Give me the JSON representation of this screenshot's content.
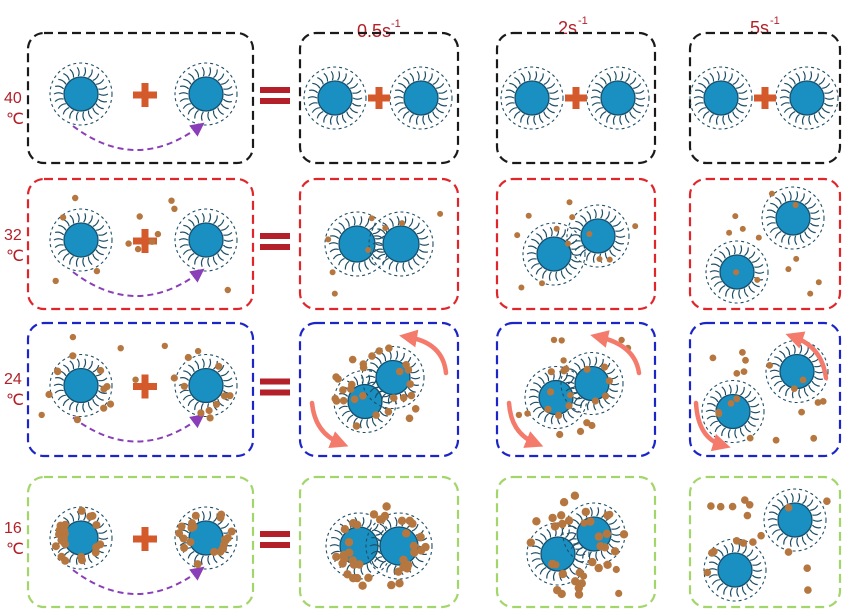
{
  "columns": [
    {
      "shear_rate": "0.5s",
      "unit_exponent": "-1"
    },
    {
      "shear_rate": "2s",
      "unit_exponent": "-1"
    },
    {
      "shear_rate": "5s",
      "unit_exponent": "-1"
    }
  ],
  "rows": [
    {
      "temp_value": "40",
      "temp_unit": "℃",
      "border_color": "#1a1a1a"
    },
    {
      "temp_value": "32",
      "temp_unit": "℃",
      "border_color": "#e0262b"
    },
    {
      "temp_value": "24",
      "temp_unit": "℃",
      "border_color": "#1c25c8"
    },
    {
      "temp_value": "16",
      "temp_unit": "℃",
      "border_color": "#a3d66a"
    }
  ],
  "colors": {
    "particle_core": "#1a8fc1",
    "corona": "#1f4f66",
    "adsorbed_molecule": "#b5773f",
    "plus_sign": "#d45a2c",
    "equals_sign": "#b3202a",
    "arrow_dashed": "#8a3fb8",
    "rotation_arrow": "#f47a6c",
    "label_text": "#b3202a"
  },
  "icons": [
    "nanoparticle-icon",
    "plus-icon",
    "equals-icon",
    "dashed-arc-arrow-icon",
    "rotation-arrow-icon"
  ]
}
